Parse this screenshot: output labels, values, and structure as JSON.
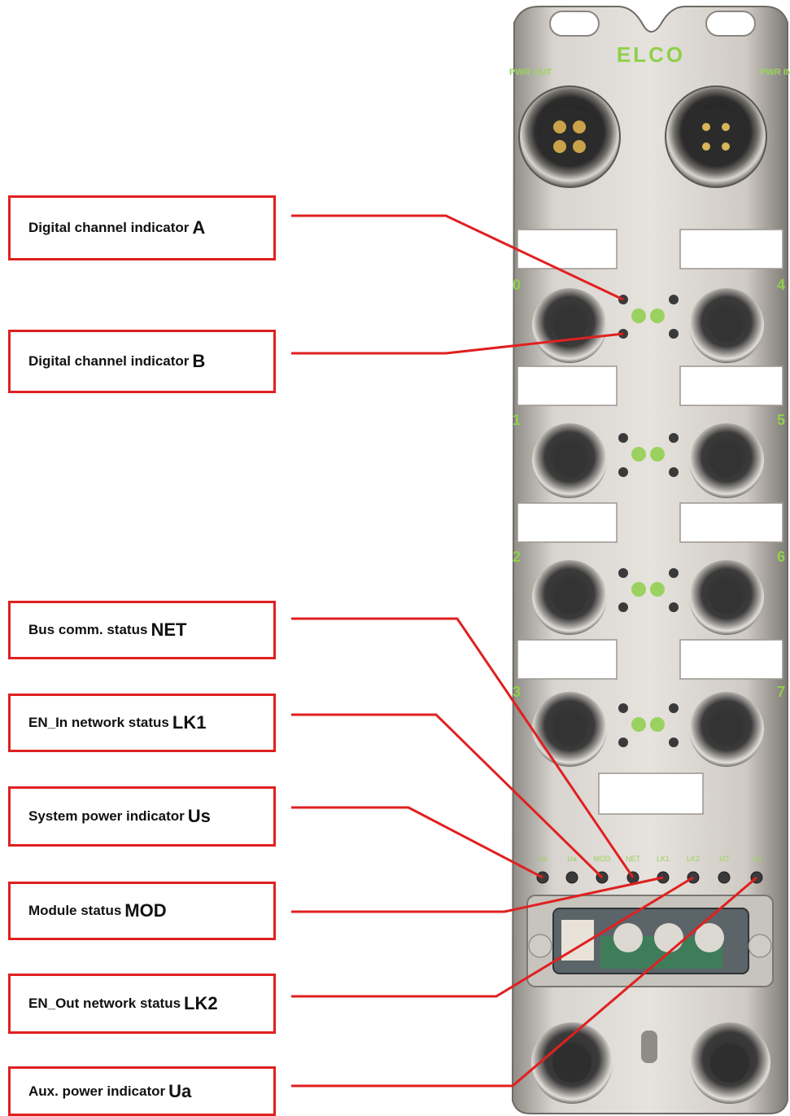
{
  "device": {
    "brand": "ELCO",
    "power_out_label": "PWR OUT",
    "power_in_label": "PWR IN",
    "port_numbers_left": [
      "0",
      "1",
      "2",
      "3"
    ],
    "port_numbers_right": [
      "4",
      "5",
      "6",
      "7"
    ],
    "led_labels_bottom": [
      "Us",
      "Ua",
      "MOD",
      "NET",
      "LK1",
      "LK2",
      "I/O",
      "Ua"
    ],
    "colors": {
      "callout_border": "#e02020",
      "leader_line": "#e02020",
      "brand_green": "#7ad03a",
      "led": "#3a3a3a"
    }
  },
  "callouts": [
    {
      "label": "Digital channel indicator",
      "code": "A"
    },
    {
      "label": "Digital channel indicator",
      "code": "B"
    },
    {
      "label": "Bus comm. status",
      "code": "NET"
    },
    {
      "label": "EN_In network status",
      "code": "LK1"
    },
    {
      "label": "System power indicator",
      "code": "Us"
    },
    {
      "label": "Module status",
      "code": "MOD"
    },
    {
      "label": "EN_Out network status",
      "code": "LK2"
    },
    {
      "label": "Aux. power indicator",
      "code": "Ua"
    }
  ]
}
